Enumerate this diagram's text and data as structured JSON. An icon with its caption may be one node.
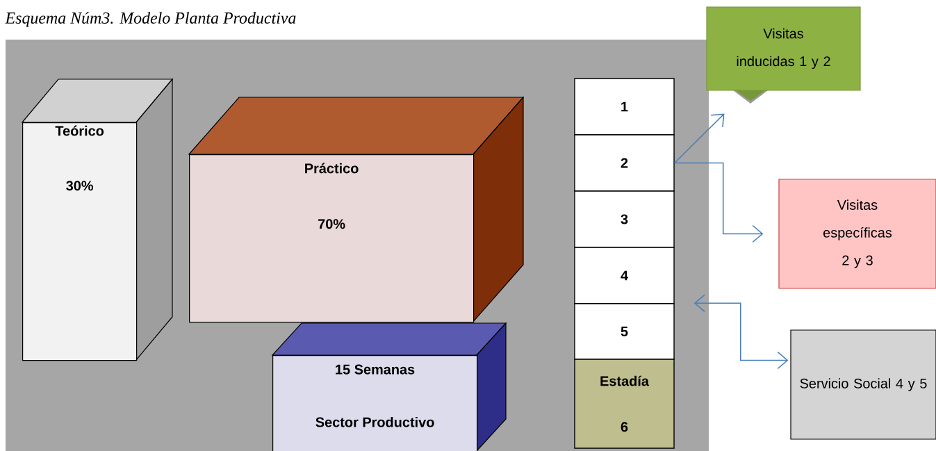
{
  "diagram": {
    "title": "Esquema Núm3. Modelo Planta Productiva",
    "nodes": [
      {
        "text": [
          "Teórico",
          "30%"
        ]
      },
      {
        "text": [
          "Práctico",
          "70%"
        ]
      },
      {
        "text": [
          "15 Semanas",
          "Sector Productivo"
        ]
      },
      {
        "text": [
          "1"
        ]
      },
      {
        "text": [
          "2"
        ]
      },
      {
        "text": [
          "3"
        ]
      },
      {
        "text": [
          "4"
        ]
      },
      {
        "text": [
          "5"
        ]
      },
      {
        "text": [
          "Estadía",
          "6"
        ]
      },
      {
        "text": [
          "Visitas inducidas 1 y 2"
        ]
      },
      {
        "text": [
          "Visitas específicas 2 y 3"
        ]
      },
      {
        "text": [
          "Servicio Social 4 y 5"
        ]
      }
    ],
    "edges": [
      {
        "from": 4,
        "to": 9,
        "arrow": "to"
      },
      {
        "from": 4,
        "to": 10,
        "arrow": "to"
      },
      {
        "from": 7,
        "to": 11,
        "arrow": "both"
      }
    ]
  }
}
